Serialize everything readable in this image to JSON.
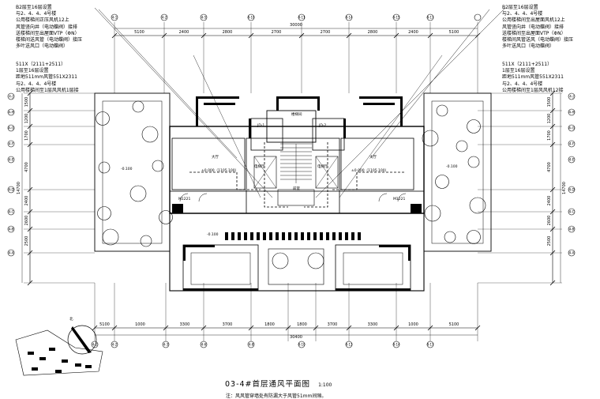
{
  "drawing": {
    "title": "03-4#首层通风平面图",
    "scale": "1:100",
    "footnote": "注：风风管穿墙处有防漏大于风管51mm间隙。",
    "north_label": "北"
  },
  "notes": {
    "top_left": [
      "B2层至16层设置",
      "与2、4、4、4号楼",
      "公用楼梯间正压风机12上",
      "风管竖向井（电动蝶阀）接排",
      "送楼梯间至出屋面VTP（ΦN）",
      "楼梯间送风管（电动蝶阀）接压",
      "多叶送风口（电动蝶阀）"
    ],
    "mid_left": [
      "511X（2111+2511）",
      "1层至16层设置",
      "距地511mm风管551X2311",
      "与2、4、4、4号楼",
      "公用楼梯间至1层风风机1层接"
    ],
    "top_right": [
      "B2层至16层设置",
      "与2、4、4、4号楼",
      "公用楼梯间至出屋面风机12上",
      "风管竖向井（电动蝶阀）接排",
      "送楼梯间至出屋面VTP（ΦN）",
      "楼梯间风管送风（电动蝶阀）接压",
      "多叶送风口（电动蝶阀）"
    ],
    "mid_right": [
      "511X（2111+2511）",
      "1层至16层设置",
      "距地511mm风管551X2311",
      "与2、4、4、4号楼",
      "公用楼梯间至1层风风机12接"
    ]
  },
  "dimensions": {
    "top": [
      "5100",
      "2400",
      "2800",
      "2700",
      "2700",
      "2800",
      "2400",
      "5100"
    ],
    "top_total": "30000",
    "bottom": [
      "5100",
      "1000",
      "3300",
      "3700",
      "1800",
      "1800",
      "3700",
      "3300",
      "1000",
      "5100"
    ],
    "bottom_total": "30400",
    "left": [
      "1500",
      "1200",
      "1700",
      "4700",
      "2400",
      "2600",
      "2500"
    ],
    "left_total": "14700",
    "right": [
      "1500",
      "1200",
      "1700",
      "4700",
      "2400",
      "2600",
      "2500"
    ],
    "right_total": "14700"
  },
  "axes": {
    "top": [
      "4-1",
      "4-2",
      "4-5",
      "4-10",
      "4-11",
      "4-14",
      "4-15",
      "4-17"
    ],
    "bottom": [
      "4-1",
      "4-2",
      "4-3",
      "4-6",
      "4-8",
      "4-10",
      "4-13",
      "4-14",
      "4-17"
    ],
    "left": [
      "4-J",
      "4-H",
      "4-G",
      "4-F",
      "4-E",
      "4-D",
      "4-C",
      "4-B",
      "4-A"
    ],
    "right": [
      "4-J",
      "4-H",
      "4-G",
      "4-F",
      "4-E",
      "4-D",
      "4-C",
      "4-B",
      "4-A"
    ]
  },
  "rooms": {
    "left_hall": "大厅",
    "right_hall": "大厅",
    "left_level": "±0.000（1105.100）",
    "right_level": "±0.000（1105.100）",
    "left_terrace": "-0.100",
    "right_terrace": "-0.100",
    "front_terrace": "-0.100",
    "shaft_left": "JD-1",
    "shaft_right": "JD-2",
    "stair_top": "楼梯间",
    "stair_mid": "前室",
    "corridor_left": "电梯厅",
    "corridor_right": "电梯厅",
    "door_left": "M1221",
    "door_right": "M1221"
  }
}
